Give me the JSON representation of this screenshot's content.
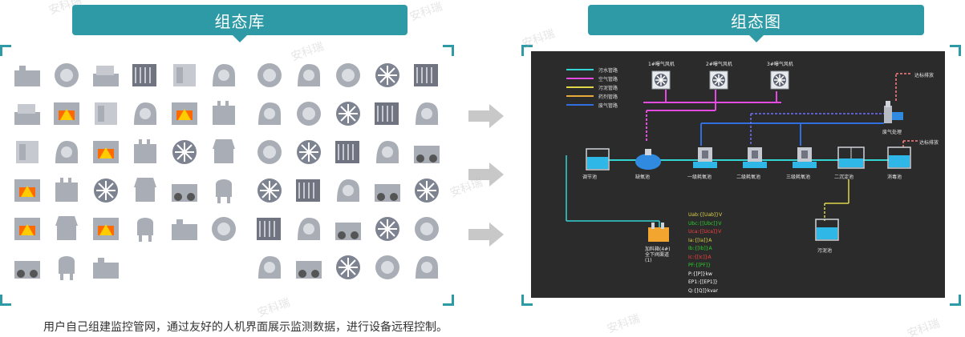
{
  "banners": {
    "library": "组态库",
    "diagram": "组态图"
  },
  "caption": "用户自己组建监控管网，通过友好的人机界面展示监测数据，进行设备远程控制。",
  "watermark": "安科瑞",
  "colors": {
    "accent": "#2e9aa6",
    "arrow": "#c8c8c8",
    "screen_bg": "#2b2b2b",
    "equipment": "#a9aeb6"
  },
  "legend": [
    {
      "label": "污水管路",
      "color": "#35d5d5"
    },
    {
      "label": "空气管路",
      "color": "#e34be0"
    },
    {
      "label": "污泥管路",
      "color": "#e0d64a"
    },
    {
      "label": "药剂管路",
      "color": "#e8a83a"
    },
    {
      "label": "废气管路",
      "color": "#2f6fe0"
    }
  ],
  "blowers": [
    "1#曝气风机",
    "2#曝气风机",
    "3#曝气风机"
  ],
  "process": [
    "调节池",
    "缺氧池",
    "一级耗氧池",
    "二级耗氧池",
    "三级耗氧池",
    "二沉淀池",
    "消毒池"
  ],
  "gas_treatment": "废气处理",
  "discharge_top": "达标排放",
  "discharge_mid": "达标排放",
  "sludge_tank": "污泥池",
  "control_box": "加料箱(4#)\n全下阀渠道\n(1)",
  "readouts": [
    {
      "text": "Uab:{[Uab]}V",
      "color": "#e0d64a"
    },
    {
      "text": "Ubc:{[Ubc]}V",
      "color": "#2bd12b"
    },
    {
      "text": "Uca:{[Uca]}V",
      "color": "#ff4040"
    },
    {
      "text": "Ia:{[Ia]}A",
      "color": "#e0d64a"
    },
    {
      "text": "Ib:{[Ib]}A",
      "color": "#2bd12b"
    },
    {
      "text": "Ic:{[Ic]}A",
      "color": "#ff4040"
    },
    {
      "text": "PF:{[PF]}",
      "color": "#2bd12b"
    },
    {
      "text": "P:{[P]}kw",
      "color": "#ffffff"
    },
    {
      "text": "EP1:{[EP1]}",
      "color": "#ffffff"
    },
    {
      "text": "Q:{[Q]}kvar",
      "color": "#ffffff"
    }
  ]
}
